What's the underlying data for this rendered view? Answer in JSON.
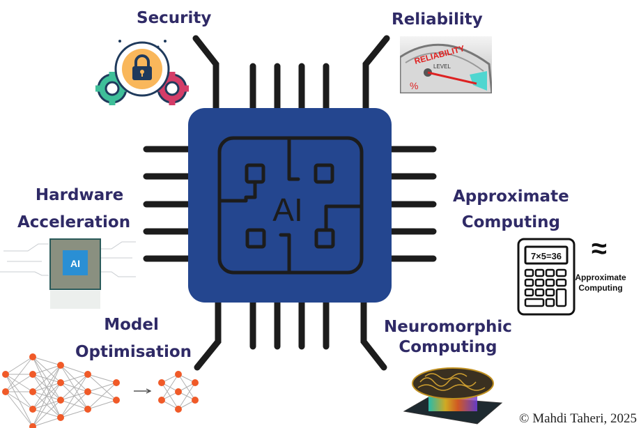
{
  "title": "AI Hardware Topics",
  "center": {
    "chip_text": "AI",
    "chip_color": "#24468f",
    "pin_color": "#1c1c1c"
  },
  "topics": {
    "security": {
      "label": "Security",
      "icon": "gears-lock-icon"
    },
    "reliability": {
      "label": "Reliability",
      "icon": "reliability-gauge-icon",
      "gauge_text": "RELIABILITY",
      "gauge_sub": "LEVEL",
      "gauge_percent": "%"
    },
    "hardware_acceleration": {
      "label_line1": "Hardware",
      "label_line2": "Acceleration",
      "icon": "ai-processor-icon",
      "icon_text": "AI"
    },
    "approximate_computing": {
      "label_line1": "Approximate",
      "label_line2": "Computing",
      "icon": "calculator-icon",
      "calc_display": "7×5=36",
      "approx_symbol": "≈",
      "caption_line1": "Approximate",
      "caption_line2": "Computing"
    },
    "model_optimisation": {
      "label_line1": "Model",
      "label_line2": "Optimisation",
      "icon": "neural-network-pruning-icon",
      "arrow": "→"
    },
    "neuromorphic_computing": {
      "label_line1": "Neuromorphic",
      "label_line2": "Computing",
      "icon": "brain-chip-icon"
    }
  },
  "colors": {
    "label": "#2f2a66",
    "node": "#f05a28",
    "lock_bg": "#f9b75b",
    "gear_left": "#3fbf99",
    "gear_right": "#d43d68",
    "dark_navy": "#1f3a5c"
  },
  "copyright": "© Mahdi Taheri, 2025"
}
